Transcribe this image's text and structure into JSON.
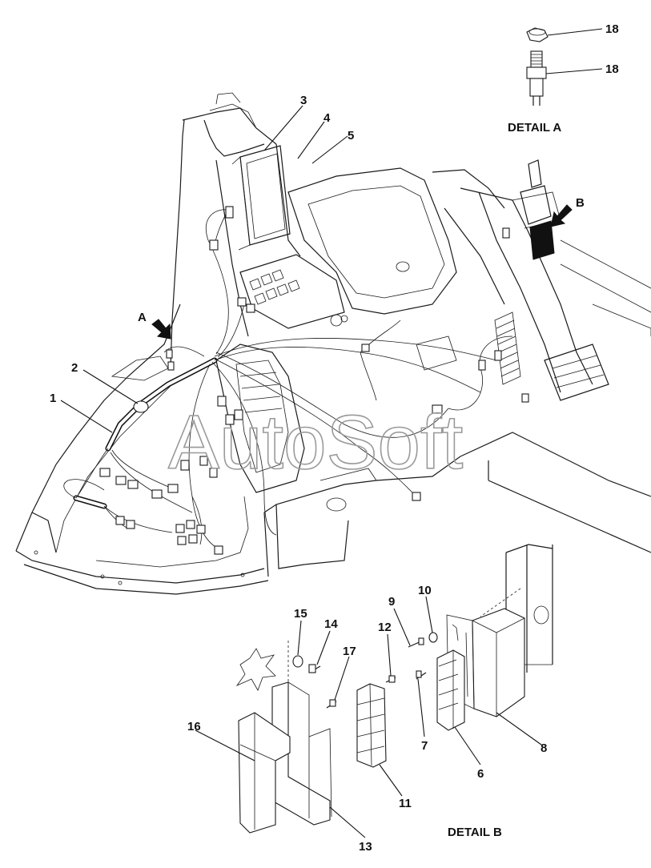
{
  "callouts": {
    "c1": "1",
    "c2": "2",
    "c3": "3",
    "c4": "4",
    "c5": "5",
    "c6": "6",
    "c7": "7",
    "c8": "8",
    "c9": "9",
    "c10": "10",
    "c11": "11",
    "c12": "12",
    "c13": "13",
    "c14": "14",
    "c15": "15",
    "c16": "16",
    "c17": "17",
    "c18a": "18",
    "c18b": "18"
  },
  "markers": {
    "a": "A",
    "b": "B"
  },
  "captions": {
    "detail_a": "DETAIL A",
    "detail_b": "DETAIL B"
  },
  "watermark": "AutoSoft",
  "colors": {
    "line": "#1a1a1a",
    "watermark": "#9a9a9a",
    "background": "#ffffff"
  }
}
